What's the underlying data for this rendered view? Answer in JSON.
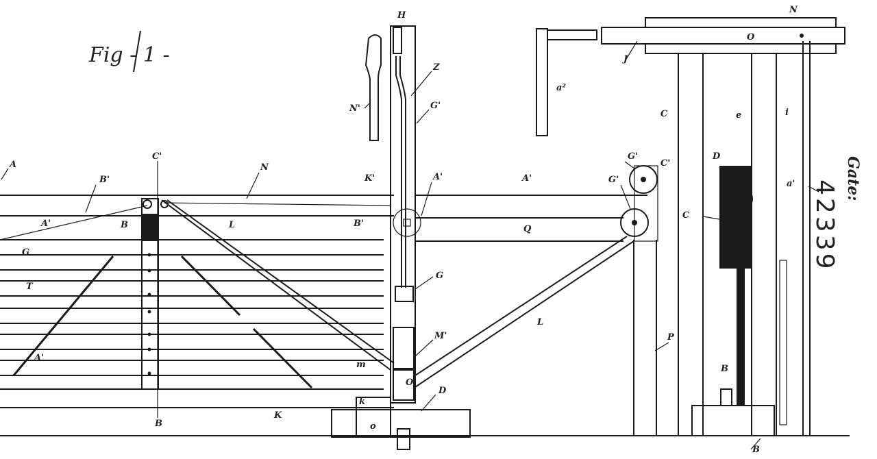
{
  "figure": {
    "title": "Fig - 1 -",
    "patent_number": "42339",
    "side_label": "Gate:"
  },
  "labels": [
    {
      "id": "A",
      "text": "A"
    },
    {
      "id": "B_upper",
      "text": "B'"
    },
    {
      "id": "C_top",
      "text": "C'"
    },
    {
      "id": "N_rail",
      "text": "N"
    },
    {
      "id": "K_prime",
      "text": "K'"
    },
    {
      "id": "A_prime_post",
      "text": "A'"
    },
    {
      "id": "A_prime_right",
      "text": "A'"
    },
    {
      "id": "H",
      "text": "H"
    },
    {
      "id": "Z",
      "text": "Z"
    },
    {
      "id": "G_prime_post",
      "text": "G'"
    },
    {
      "id": "N_lever",
      "text": "N'"
    },
    {
      "id": "A_prime_left",
      "text": "A'"
    },
    {
      "id": "B_left",
      "text": "B"
    },
    {
      "id": "L_diag",
      "text": "L"
    },
    {
      "id": "B_prime_post",
      "text": "B'"
    },
    {
      "id": "G_left",
      "text": "G"
    },
    {
      "id": "T",
      "text": "T"
    },
    {
      "id": "Q",
      "text": "Q"
    },
    {
      "id": "G_box",
      "text": "G"
    },
    {
      "id": "A_prime_low",
      "text": "A'"
    },
    {
      "id": "M_prime",
      "text": "M'"
    },
    {
      "id": "m",
      "text": "m"
    },
    {
      "id": "L_brace",
      "text": "L"
    },
    {
      "id": "D_base",
      "text": "D"
    },
    {
      "id": "k",
      "text": "k"
    },
    {
      "id": "K_bottom",
      "text": "K"
    },
    {
      "id": "B_bottom",
      "text": "B"
    },
    {
      "id": "G_prime_wheel1",
      "text": "G'"
    },
    {
      "id": "G_prime_wheel2",
      "text": "G'"
    },
    {
      "id": "C_prime_wheel",
      "text": "C'"
    },
    {
      "id": "N_top",
      "text": "N"
    },
    {
      "id": "O_top",
      "text": "O"
    },
    {
      "id": "J",
      "text": "J"
    },
    {
      "id": "a2",
      "text": "a²"
    },
    {
      "id": "C_frame",
      "text": "C"
    },
    {
      "id": "e",
      "text": "e"
    },
    {
      "id": "i",
      "text": "i"
    },
    {
      "id": "D_frame",
      "text": "D"
    },
    {
      "id": "a_prime",
      "text": "a'"
    },
    {
      "id": "C_frame2",
      "text": "C"
    },
    {
      "id": "P",
      "text": "P"
    },
    {
      "id": "B_frame",
      "text": "B"
    },
    {
      "id": "B_ground",
      "text": "B"
    },
    {
      "id": "O_box",
      "text": "O"
    },
    {
      "id": "o_base",
      "text": "o"
    }
  ]
}
